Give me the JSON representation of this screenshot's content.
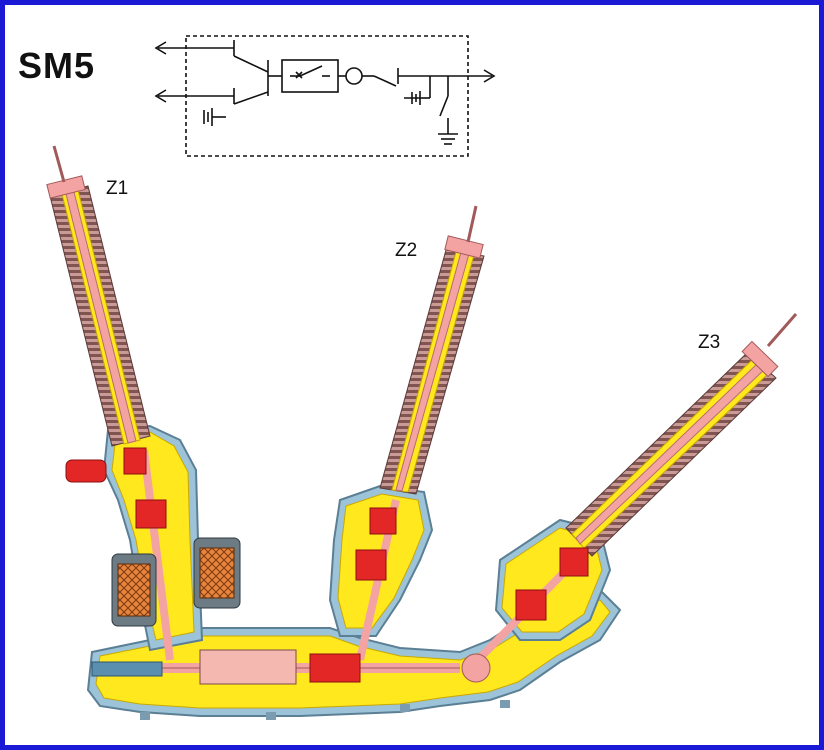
{
  "title": "SM5",
  "zones": [
    "Z1",
    "Z2",
    "Z3"
  ],
  "colors": {
    "frame": "#1a1ad6",
    "gas_insulation": "#ffe81e",
    "conductor": "#f4a3a3",
    "insulator_sheds": "#8a5d5a",
    "enclosure": "#9cc3d8",
    "contact": "#e32727",
    "current_transformer": "#e8843c"
  },
  "icons": {
    "schematic": "single-line-diagram",
    "earth": "earth-ground-icon",
    "breaker": "circuit-breaker-icon"
  }
}
